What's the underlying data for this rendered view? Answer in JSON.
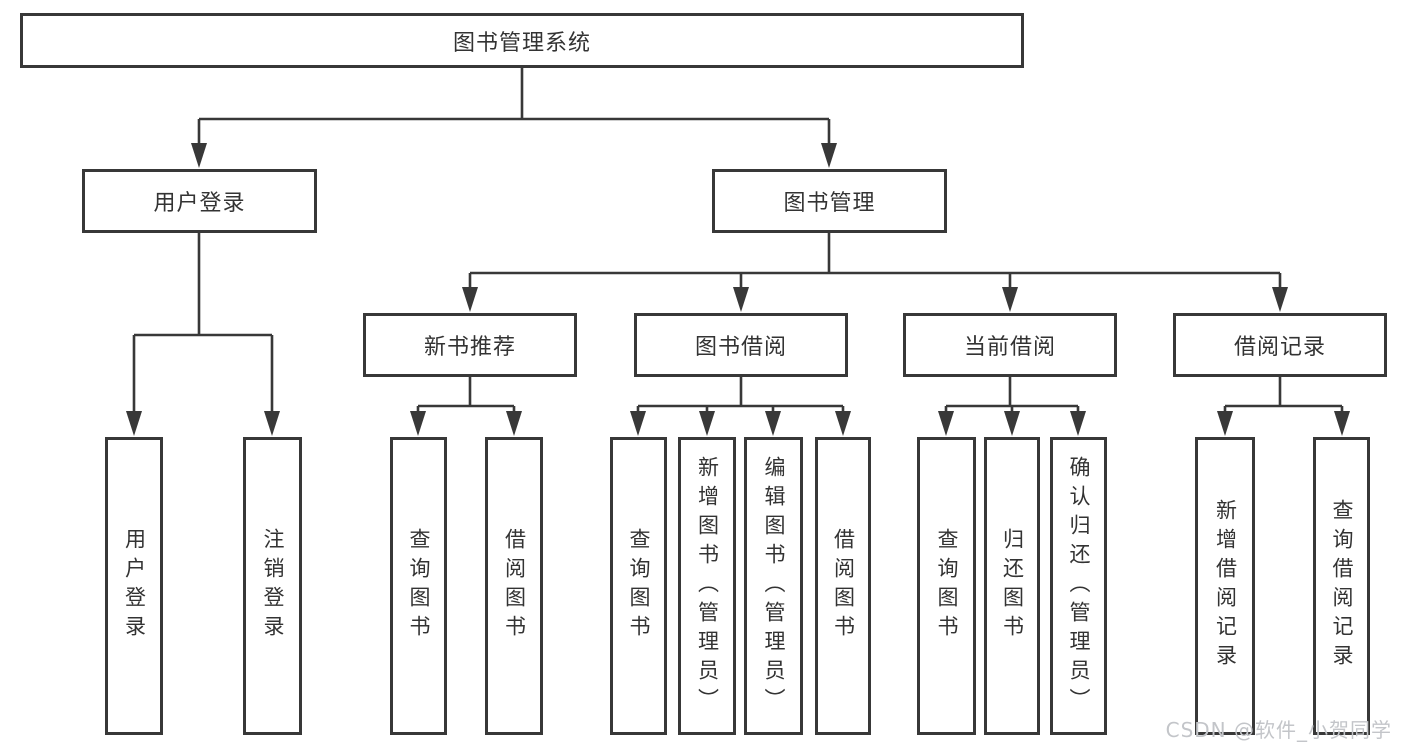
{
  "tree": {
    "label": "图书管理系统",
    "children": [
      {
        "label": "用户登录",
        "children": [
          {
            "label": "用户登录"
          },
          {
            "label": "注销登录"
          }
        ]
      },
      {
        "label": "图书管理",
        "children": [
          {
            "label": "新书推荐",
            "children": [
              {
                "label": "查询图书"
              },
              {
                "label": "借阅图书"
              }
            ]
          },
          {
            "label": "图书借阅",
            "children": [
              {
                "label": "查询图书"
              },
              {
                "label": "新增图书（管理员）"
              },
              {
                "label": "编辑图书（管理员）"
              },
              {
                "label": "借阅图书"
              }
            ]
          },
          {
            "label": "当前借阅",
            "children": [
              {
                "label": "查询图书"
              },
              {
                "label": "归还图书"
              },
              {
                "label": "确认归还（管理员）"
              }
            ]
          },
          {
            "label": "借阅记录",
            "children": [
              {
                "label": "新增借阅记录"
              },
              {
                "label": "查询借阅记录"
              }
            ]
          }
        ]
      }
    ]
  },
  "watermark": "CSDN @软件_小贺同学",
  "colors": {
    "line": "#383838",
    "box_border": "#383838",
    "text": "#333333",
    "watermark": "#c3c5c9",
    "background": "#ffffff"
  }
}
